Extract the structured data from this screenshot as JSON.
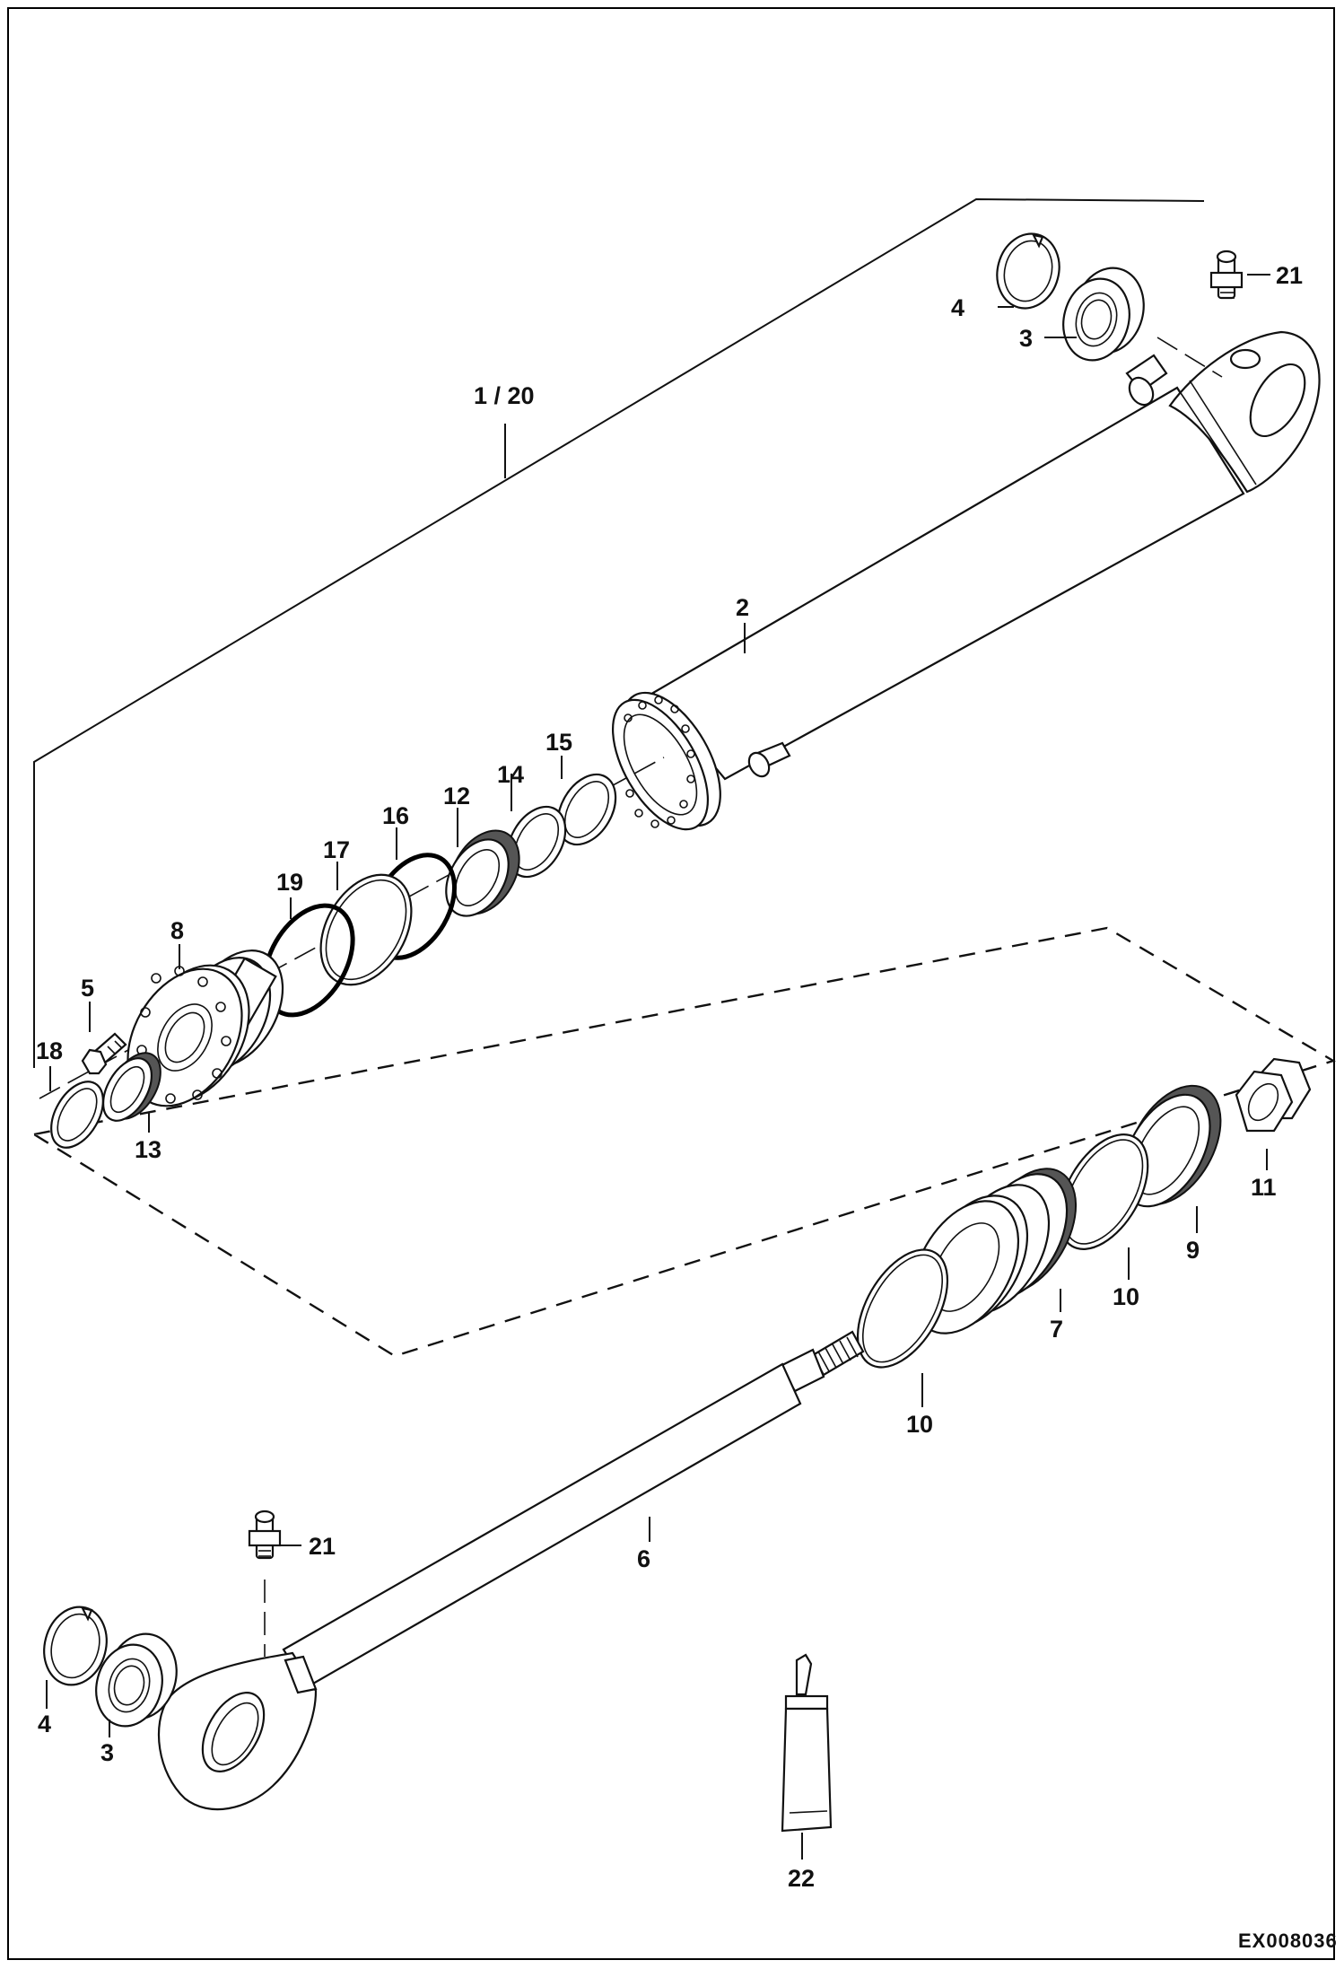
{
  "diagram": {
    "image_code": "EX008036",
    "labels": [
      {
        "id": "1-20",
        "text": "1 / 20"
      },
      {
        "id": "2",
        "text": "2"
      },
      {
        "id": "3a",
        "text": "3"
      },
      {
        "id": "3b",
        "text": "3"
      },
      {
        "id": "4a",
        "text": "4"
      },
      {
        "id": "4b",
        "text": "4"
      },
      {
        "id": "5",
        "text": "5"
      },
      {
        "id": "6",
        "text": "6"
      },
      {
        "id": "7",
        "text": "7"
      },
      {
        "id": "8",
        "text": "8"
      },
      {
        "id": "9",
        "text": "9"
      },
      {
        "id": "10a",
        "text": "10"
      },
      {
        "id": "10b",
        "text": "10"
      },
      {
        "id": "11",
        "text": "11"
      },
      {
        "id": "12",
        "text": "12"
      },
      {
        "id": "13",
        "text": "13"
      },
      {
        "id": "14",
        "text": "14"
      },
      {
        "id": "15",
        "text": "15"
      },
      {
        "id": "16",
        "text": "16"
      },
      {
        "id": "17",
        "text": "17"
      },
      {
        "id": "18",
        "text": "18"
      },
      {
        "id": "19",
        "text": "19"
      },
      {
        "id": "21a",
        "text": "21"
      },
      {
        "id": "21b",
        "text": "21"
      },
      {
        "id": "22",
        "text": "22"
      }
    ]
  }
}
